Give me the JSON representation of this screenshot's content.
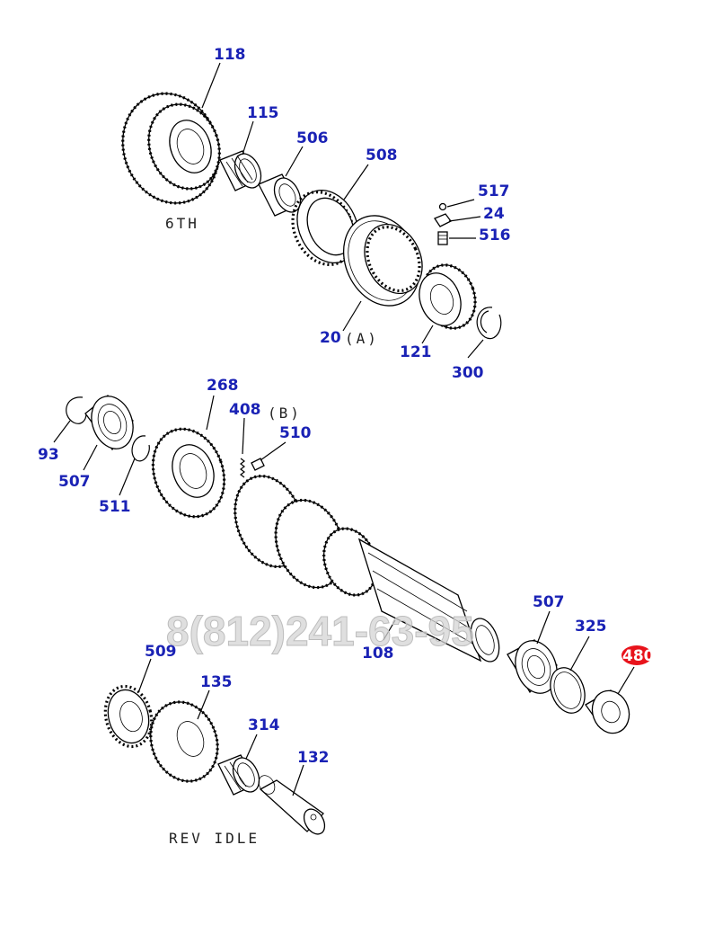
{
  "diagram": {
    "part_numbers": {
      "p118": "118",
      "p115": "115",
      "p506": "506",
      "p508": "508",
      "p517": "517",
      "p24": "24",
      "p516": "516",
      "p20": "20",
      "p121": "121",
      "p300": "300",
      "p268": "268",
      "p408": "408",
      "p510": "510",
      "p93": "93",
      "p507a": "507",
      "p511": "511",
      "p507b": "507",
      "p325": "325",
      "p480": "480",
      "p108": "108",
      "p509": "509",
      "p135": "135",
      "p314": "314",
      "p132": "132"
    },
    "notes": {
      "sixth": "6TH",
      "a": "(A)",
      "b": "(B)",
      "rev_idle": "REV IDLE"
    },
    "watermark": "8(812)241-63-95",
    "highlight_color": "#e8131b",
    "label_color": "#1a22b5"
  }
}
